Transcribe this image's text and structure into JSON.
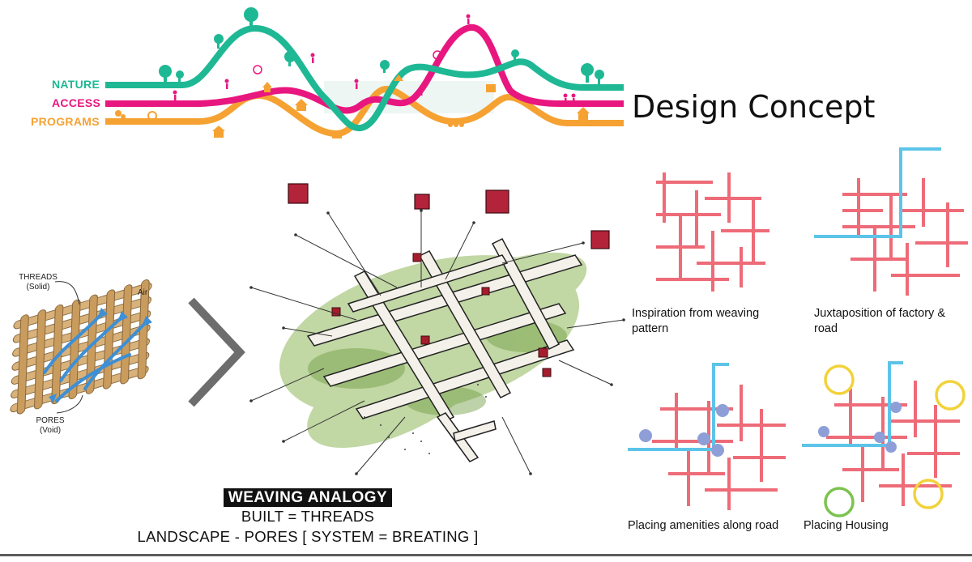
{
  "header": {
    "title": "Design Concept",
    "layers": [
      {
        "label": "NATURE",
        "color": "#1fb894"
      },
      {
        "label": "ACCESS",
        "color": "#e8177f"
      },
      {
        "label": "PROGRAMS",
        "color": "#f5a233"
      }
    ]
  },
  "textile": {
    "threads_label": "THREADS",
    "threads_sub": "(Solid)",
    "air_label": "Air",
    "pores_label": "PORES",
    "pores_sub": "(Void)"
  },
  "analogy": {
    "title": "WEAVING ANALOGY",
    "line1": "BUILT = THREADS",
    "line2": "LANDSCAPE - PORES [ SYSTEM = BREATING ]"
  },
  "diagrams": [
    {
      "caption": "Inspiration from weaving pattern"
    },
    {
      "caption": "Juxtaposition of factory & road"
    },
    {
      "caption": "Placing amenities along road"
    },
    {
      "caption": "Placing Housing"
    }
  ],
  "colors": {
    "weave": "#ee6b78",
    "road": "#5dc4e8",
    "amenity": "#8e9fd8",
    "housing_yellow": "#f2d23a",
    "housing_green": "#7cc34f",
    "arrow": "#6a6a6a"
  }
}
